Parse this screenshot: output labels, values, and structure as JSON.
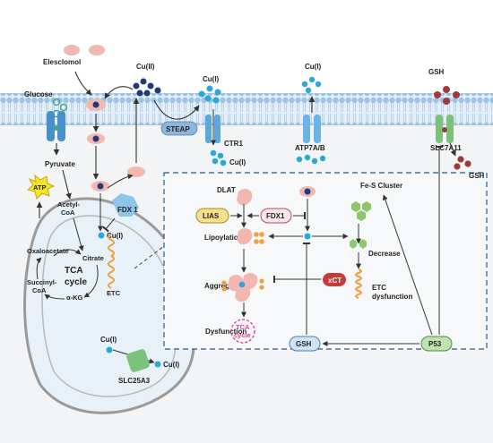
{
  "labels": {
    "elesclomol": "Elesclomol",
    "cu2": "Cu(II)",
    "cu1_top": "Cu(I)",
    "cu1_atp7": "Cu(I)",
    "gsh_top": "GSH",
    "glucose": "Glucose",
    "steap": "STEAP",
    "ctr1": "CTR1",
    "atp7ab": "ATP7A/B",
    "slc7a11": "SLC7A11",
    "cu1_below_ctr1": "Cu(I)",
    "gsh_right": "GSH",
    "pyruvate": "Pyruvate",
    "atp": "ATP",
    "acetyl_coa_1": "Acetyl-",
    "acetyl_coa_2": "CoA",
    "oxaloacetate": "Oxaloacetate",
    "citrate": "Citrate",
    "tca_1": "TCA",
    "tca_2": "cycle",
    "succinyl_1": "Succinyl-",
    "succinyl_2": "CoA",
    "akg": "α-KG",
    "fdx1_mito": "FDX 1",
    "cu1_mito": "Cu(I)",
    "etc_mito": "ETC",
    "cu1_bottom": "Cu(I)",
    "cu1_bottom2": "Cu(I)",
    "slc25a3": "SLC25A3",
    "dlat": "DLAT",
    "lias": "LIAS",
    "fdx1_box": "FDX1",
    "lipoylation": "Lipoylation",
    "aggregation": "Aggregation",
    "dysfunction": "Dysfunction",
    "tca_box_1": "TCA",
    "tca_box_2": "cycle",
    "fes_cluster": "Fe-S Cluster",
    "decrease": "Decrease",
    "xct": "xCT",
    "etc_dys_1": "ETC",
    "etc_dys_2": "dysfunction",
    "gsh_box": "GSH",
    "p53": "P53"
  },
  "colors": {
    "membrane_head": "#9ec3e6",
    "membrane_tail": "#d6e6f5",
    "copper_dark": "#1f3a7a",
    "copper_light": "#2aa8d8",
    "pink": "#f2b8b0",
    "green": "#8cc86b",
    "gsh_red": "#a03a3a",
    "channel_blue": "#5aa9e0",
    "channel_green": "#7cc27a",
    "mito_fill": "#e7f1f7",
    "etc_orange": "#f0a040",
    "lias_fill": "#f7e08a",
    "p53_fill": "#bfe3b0",
    "gsh_box_fill": "#cfe3f7",
    "tca_pink": "#e2409a"
  },
  "icons": [
    "cell-membrane",
    "mitochondrion",
    "atp-burst-icon",
    "steap-pill",
    "ctr1-channel",
    "atp7ab-channel",
    "slc7a11-channel",
    "slc25a3-channel",
    "glucose-transporter",
    "etc-spring-icon"
  ]
}
